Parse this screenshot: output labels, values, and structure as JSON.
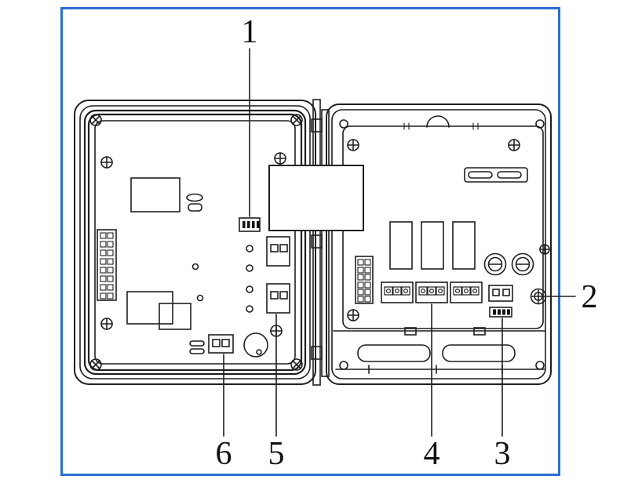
{
  "figure": {
    "background_color": "#ffffff",
    "frame_color": "#2a6fd2",
    "line_color": "#1f1f1f",
    "callouts": [
      {
        "label": "1"
      },
      {
        "label": "2"
      },
      {
        "label": "3"
      },
      {
        "label": "4"
      },
      {
        "label": "5"
      },
      {
        "label": "6"
      }
    ]
  }
}
